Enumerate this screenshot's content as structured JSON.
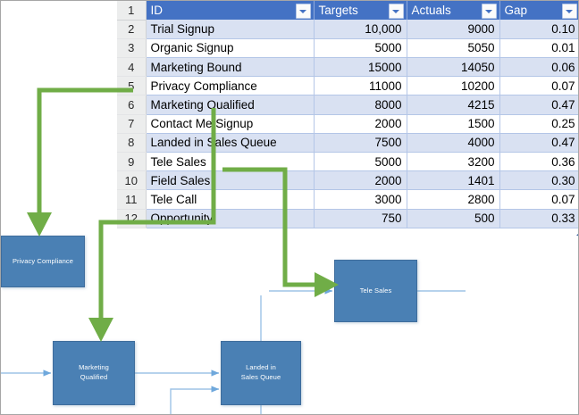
{
  "table": {
    "row_header_label": "row-numbers",
    "columns": [
      {
        "key": "id",
        "label": "ID",
        "align": "left",
        "filter": true
      },
      {
        "key": "targets",
        "label": "Targets",
        "align": "right",
        "filter": true
      },
      {
        "key": "actuals",
        "label": "Actuals",
        "align": "right",
        "filter": true
      },
      {
        "key": "gap",
        "label": "Gap",
        "align": "right",
        "filter": true
      }
    ],
    "header_row_number": "1",
    "rows": [
      {
        "n": "2",
        "id": "Trial Signup",
        "targets": "10,000",
        "actuals": "9000",
        "gap": "0.10"
      },
      {
        "n": "3",
        "id": "Organic Signup",
        "targets": "5000",
        "actuals": "5050",
        "gap": "0.01"
      },
      {
        "n": "4",
        "id": "Marketing Bound",
        "targets": "15000",
        "actuals": "14050",
        "gap": "0.06"
      },
      {
        "n": "5",
        "id": "Privacy Compliance",
        "targets": "11000",
        "actuals": "10200",
        "gap": "0.07"
      },
      {
        "n": "6",
        "id": "Marketing Qualified",
        "targets": "8000",
        "actuals": "4215",
        "gap": "0.47"
      },
      {
        "n": "7",
        "id": "Contact Me Signup",
        "targets": "2000",
        "actuals": "1500",
        "gap": "0.25"
      },
      {
        "n": "8",
        "id": "Landed in Sales Queue",
        "targets": "7500",
        "actuals": "4000",
        "gap": "0.47"
      },
      {
        "n": "9",
        "id": "Tele Sales",
        "targets": "5000",
        "actuals": "3200",
        "gap": "0.36"
      },
      {
        "n": "10",
        "id": "Field Sales",
        "targets": "2000",
        "actuals": "1401",
        "gap": "0.30"
      },
      {
        "n": "11",
        "id": "Tele Call",
        "targets": "3000",
        "actuals": "2800",
        "gap": "0.07"
      },
      {
        "n": "12",
        "id": "Opportunity",
        "targets": "750",
        "actuals": "500",
        "gap": "0.33"
      }
    ],
    "colors": {
      "header_fill": "#4472C4",
      "header_text": "#FFFFFF",
      "banded_fill": "#D9E1F2",
      "grid_line": "#B4C6E7",
      "rownum_fill": "#ECEDED"
    }
  },
  "diagram": {
    "shapes": [
      {
        "name": "privacy-compliance",
        "label": "Privacy Compliance",
        "lines": [
          "Privacy Compliance"
        ]
      },
      {
        "name": "marketing-qualified",
        "label": "Marketing Qualified",
        "lines": [
          "Marketing",
          "Qualified"
        ]
      },
      {
        "name": "landed-in-sales-queue",
        "label": "Landed in Sales Queue",
        "lines": [
          "Landed in",
          "Sales Queue"
        ]
      },
      {
        "name": "tele-sales",
        "label": "Tele Sales",
        "lines": [
          "Tele Sales"
        ]
      }
    ],
    "colors": {
      "shape_fill": "#4A80B4",
      "shape_border": "#3F6D9C",
      "shape_text": "#FFFFFF",
      "connector": "#9DC3E6",
      "link_arrow": "#70AD47"
    },
    "links": [
      {
        "name": "link-privacy-compliance",
        "from_row": "5",
        "to_shape": "privacy-compliance"
      },
      {
        "name": "link-marketing-qualified",
        "from_row": "6",
        "to_shape": "marketing-qualified"
      },
      {
        "name": "link-tele-sales",
        "from_row": "9",
        "to_shape": "tele-sales"
      }
    ]
  }
}
